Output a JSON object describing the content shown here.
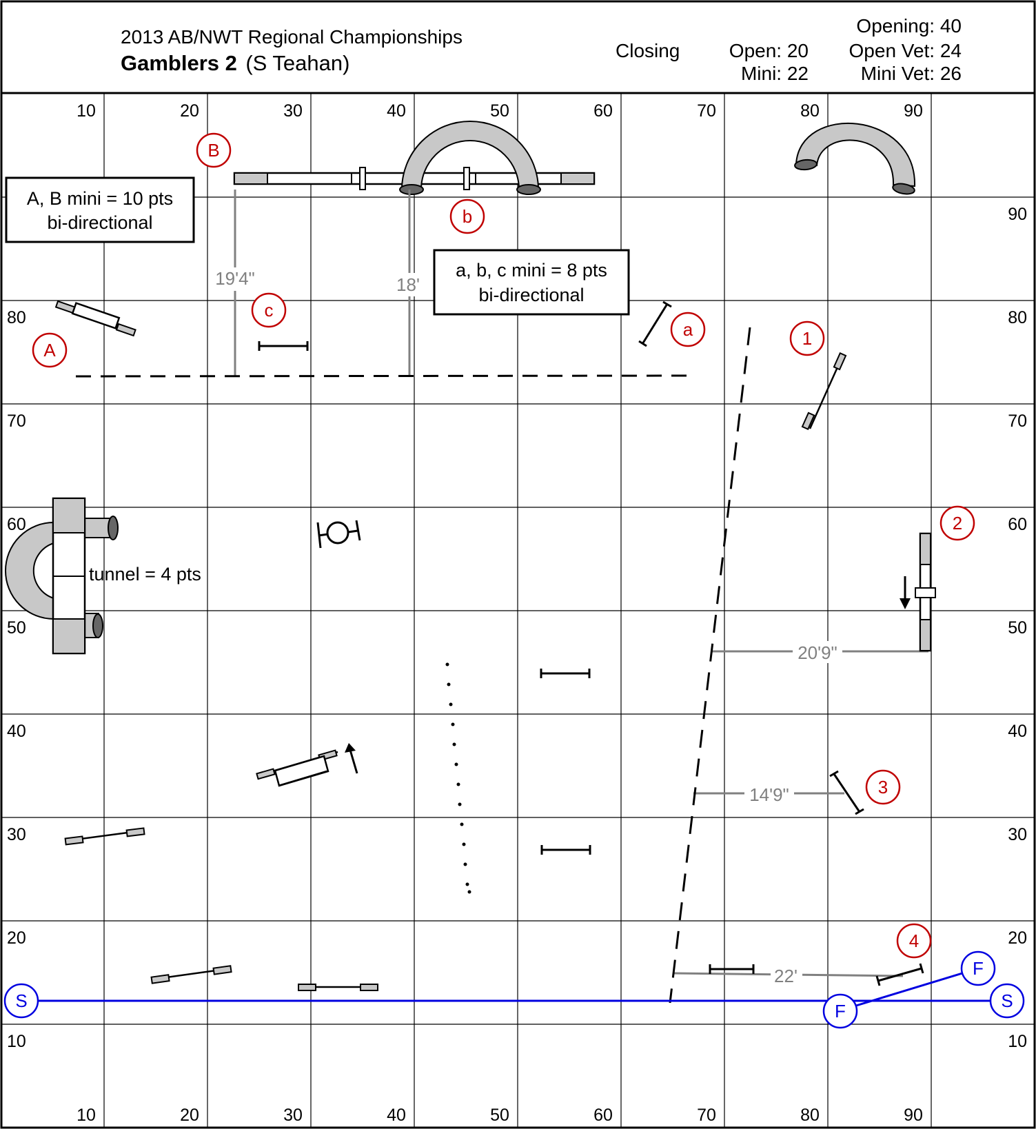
{
  "header": {
    "event": "2013 AB/NWT Regional Championships",
    "class_name": "Gamblers 2",
    "judge": "(S Teahan)",
    "closing_label": "Closing",
    "open": "Open: 20",
    "mini": "Mini: 22",
    "opening": "Opening: 40",
    "open_vet": "Open Vet: 24",
    "mini_vet": "Mini Vet: 26"
  },
  "grid": {
    "x_labels": [
      "10",
      "20",
      "30",
      "40",
      "50",
      "60",
      "70",
      "80",
      "90"
    ],
    "y_labels": [
      "90",
      "80",
      "70",
      "60",
      "50",
      "40",
      "30",
      "20",
      "10"
    ]
  },
  "notes": {
    "ab_line1": "A, B mini = 10 pts",
    "ab_line2": "bi-directional",
    "abc_line1": "a, b, c mini = 8 pts",
    "abc_line2": "bi-directional",
    "tunnel": "tunnel = 4 pts"
  },
  "measurements": {
    "m1": "19'4\"",
    "m2": "18'",
    "m3": "20'9\"",
    "m4": "14'9\"",
    "m5": "22'"
  },
  "markers": {
    "A": "A",
    "B": "B",
    "a": "a",
    "b": "b",
    "c": "c",
    "g1": "1",
    "g2": "2",
    "g3": "3",
    "g4": "4",
    "start": "S",
    "finish": "F"
  },
  "colors": {
    "marker_red": "#c00000",
    "start_finish_blue": "#0000e0",
    "measure_gray": "#808080",
    "obstacle_fill": "#c8c8c8"
  }
}
